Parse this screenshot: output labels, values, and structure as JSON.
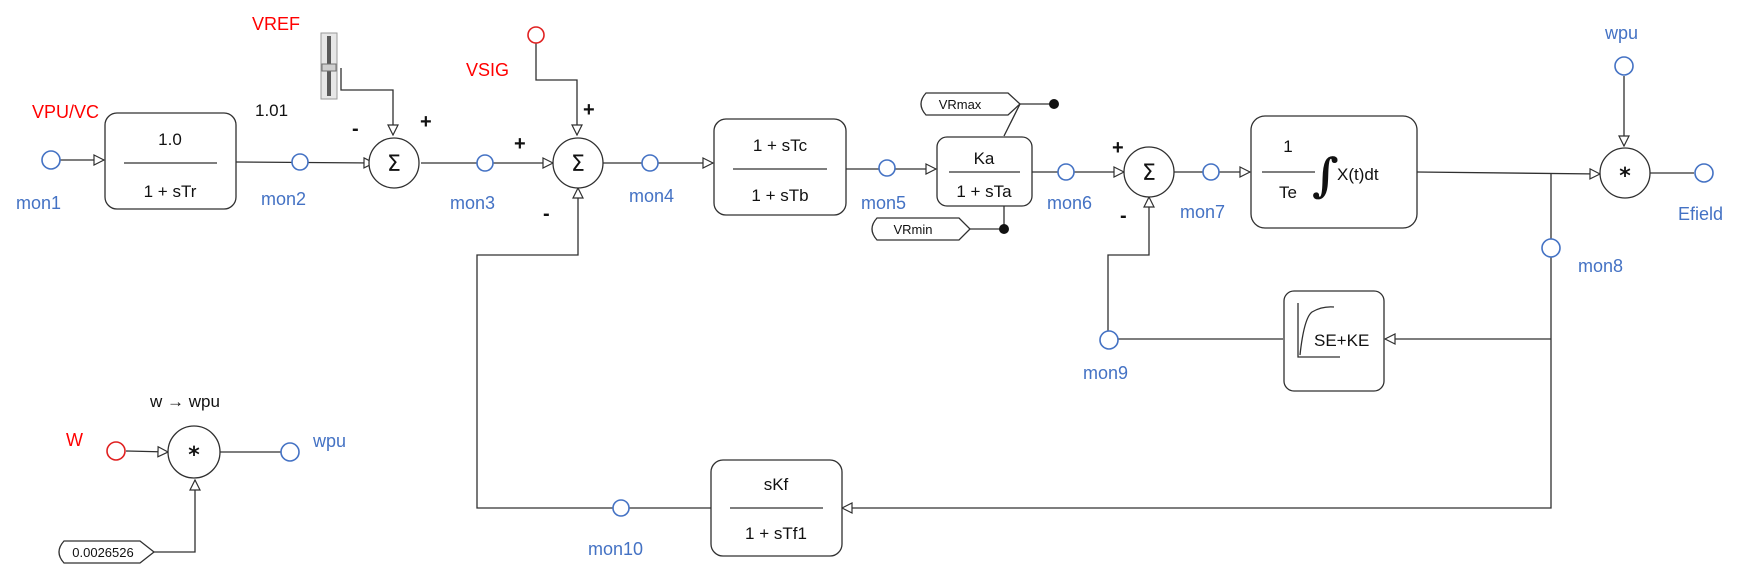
{
  "diagram": {
    "inputs": {
      "vref": "VREF",
      "vsig": "VSIG",
      "vpu_vc": "VPU/VC",
      "w": "W",
      "wpu_top": "wpu"
    },
    "outputs": {
      "efield": "Efield",
      "wpu_out": "wpu"
    },
    "monitors": [
      "mon1",
      "mon2",
      "mon3",
      "mon4",
      "mon5",
      "mon6",
      "mon7",
      "mon8",
      "mon9",
      "mon10"
    ],
    "constants": {
      "vref_value": "1.01",
      "w_gain": "0.0026526"
    },
    "limits": {
      "vrmax": "VRmax",
      "vrmin": "VRmin"
    },
    "blocks": {
      "tr": {
        "num": "1.0",
        "den": "1 + sTr"
      },
      "tc_tb": {
        "num": "1 + sTc",
        "den": "1 + sTb"
      },
      "ka": {
        "num": "Ka",
        "den": "1 + sTa"
      },
      "te": {
        "num": "1",
        "den": "Te",
        "integral": "X(t)dt"
      },
      "se": {
        "label": "SE+KE"
      },
      "kf": {
        "num": "sKf",
        "den": "1 + sTf1"
      }
    },
    "sum_symbol": "Σ",
    "mult_symbol": "*",
    "signs": {
      "sum1_left": "-",
      "sum1_top": "+",
      "sum2_left": "+",
      "sum2_top": "+",
      "sum2_bottom": "-",
      "sum3_left": "+",
      "sum3_bottom": "-"
    },
    "conversion_title": "w → wpu"
  }
}
